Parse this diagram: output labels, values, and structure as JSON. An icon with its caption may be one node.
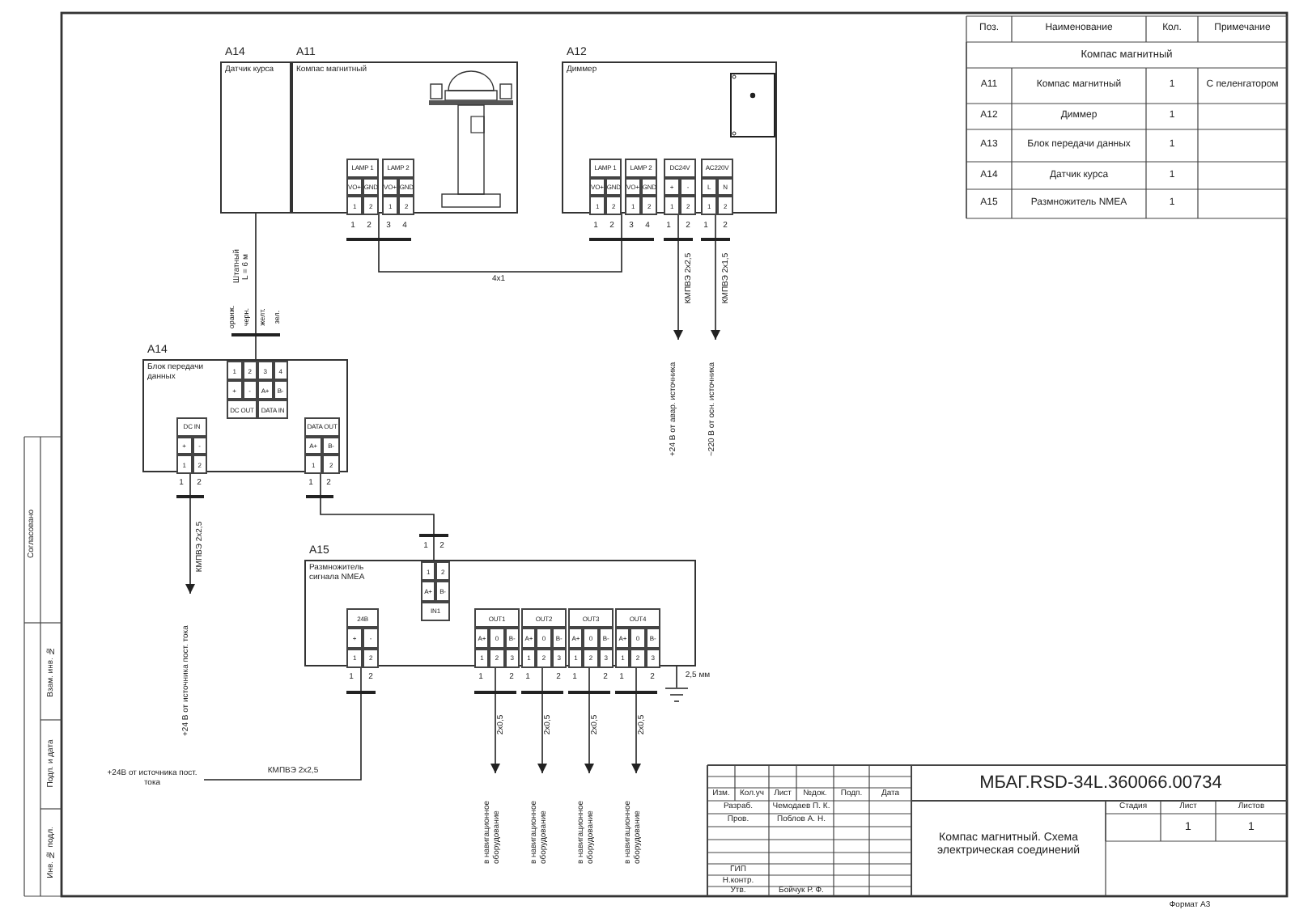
{
  "diagram": {
    "nodes": [
      {
        "text": [
          "Датчик курса"
        ],
        "beside": [
          "A14"
        ]
      },
      {
        "text": [
          "Компас магнитный"
        ],
        "beside": [
          "A11"
        ]
      },
      {
        "text": [
          "LAMP 1",
          "VO+",
          "GND",
          "1",
          "2"
        ],
        "in": 1
      },
      {
        "text": [
          "LAMP 2",
          "VO+",
          "GND",
          "1",
          "2"
        ],
        "in": 1
      },
      {
        "text": [
          "Диммер"
        ],
        "beside": [
          "A12"
        ]
      },
      {
        "text": [
          "LAMP 1",
          "VO+",
          "GND",
          "1",
          "2"
        ],
        "in": 4
      },
      {
        "text": [
          "LAMP 2",
          "VO+",
          "GND",
          "1",
          "2"
        ],
        "in": 4
      },
      {
        "text": [
          "DC24V",
          "+",
          "-",
          "1",
          "2"
        ],
        "in": 4
      },
      {
        "text": [
          "AC220V",
          "L",
          "N",
          "1",
          "2"
        ],
        "in": 4
      },
      {
        "text": [
          "Блок передачи данных"
        ],
        "beside": [
          "A14"
        ]
      },
      {
        "text": [
          "1",
          "2",
          "3",
          "4",
          "+",
          "-",
          "A+",
          "B-",
          "DC OUT",
          "DATA IN"
        ],
        "in": 9
      },
      {
        "text": [
          "DC IN",
          "+",
          "-",
          "1",
          "2"
        ],
        "in": 9
      },
      {
        "text": [
          "DATA OUT",
          "A+",
          "B-",
          "1",
          "2"
        ],
        "in": 9
      },
      {
        "text": [
          "Размножитель сигнала NMEA"
        ],
        "beside": [
          "A15"
        ]
      },
      {
        "text": [
          "1",
          "2",
          "A+",
          "B-",
          "IN1"
        ],
        "in": 13
      },
      {
        "text": [
          "24В",
          "+",
          "-",
          "1",
          "2"
        ],
        "in": 13
      },
      {
        "text": [
          "OUT1",
          "A+",
          "0",
          "B-",
          "1",
          "2",
          "3"
        ],
        "in": 13
      },
      {
        "text": [
          "OUT2",
          "A+",
          "0",
          "B-",
          "1",
          "2",
          "3"
        ],
        "in": 13
      },
      {
        "text": [
          "OUT3",
          "A+",
          "0",
          "B-",
          "1",
          "2",
          "3"
        ],
        "in": 13
      },
      {
        "text": [
          "OUT4",
          "A+",
          "0",
          "B-",
          "1",
          "2",
          "3"
        ],
        "in": 13
      },
      {
        "text": [
          "+24 В от авар. источника"
        ]
      },
      {
        "text": [
          "~220 В от осн. источника"
        ]
      },
      {
        "text": [
          "+24 В от источника пост. тока"
        ]
      },
      {
        "text": [
          "+24В от источника пост. тока"
        ]
      },
      {
        "text": [
          "в навигационное оборудование"
        ]
      },
      {
        "text": [
          "в навигационное оборудование"
        ]
      },
      {
        "text": [
          "в навигационное оборудование"
        ]
      },
      {
        "text": [
          "в навигационное оборудование"
        ]
      },
      {
        "text": [],
        "shape": "ground"
      }
    ],
    "edges": [
      {
        "from": 0,
        "to": 10,
        "arrow": "none",
        "label": "Штатный L = 6 м"
      },
      {
        "from": 1,
        "to": 4,
        "arrow": "none",
        "label": "4х1"
      },
      {
        "from": 7,
        "to": 20,
        "arrow": "to",
        "label": "КМПВЭ 2х2,5"
      },
      {
        "from": 8,
        "to": 21,
        "arrow": "to",
        "label": "КМПВЭ 2х1,5"
      },
      {
        "from": 11,
        "to": 22,
        "arrow": "to",
        "label": "КМПВЭ 2х2,5"
      },
      {
        "from": 12,
        "to": 14,
        "arrow": "none"
      },
      {
        "from": 23,
        "to": 15,
        "arrow": "none",
        "label": "КМПВЭ 2х2,5"
      },
      {
        "from": 16,
        "to": 24,
        "arrow": "to",
        "label": "2х0,5"
      },
      {
        "from": 17,
        "to": 25,
        "arrow": "to",
        "label": "2х0,5"
      },
      {
        "from": 18,
        "to": 26,
        "arrow": "to",
        "label": "2х0,5"
      },
      {
        "from": 19,
        "to": 27,
        "arrow": "to",
        "label": "2х0,5"
      },
      {
        "from": 13,
        "to": 28,
        "arrow": "none",
        "label": "2,5 мм"
      }
    ],
    "labels": [
      "Поз.",
      "Наименование",
      "Кол.",
      "Примечание",
      "Компас магнитный",
      "A11",
      "Компас магнитный",
      "1",
      "С пеленгатором",
      "A12",
      "Диммер",
      "1",
      "A13",
      "Блок передачи данных",
      "1",
      "A14",
      "Датчик курса",
      "1",
      "A15",
      "Размножитель NMEA",
      "1",
      "1",
      "2",
      "3",
      "4",
      "1",
      "2",
      "3",
      "4",
      "1",
      "2",
      "1",
      "2",
      "оранж.",
      "черн.",
      "желт.",
      "зел.",
      "1",
      "2",
      "1",
      "2",
      "1",
      "2",
      "1",
      "2",
      "1",
      "2",
      "1",
      "2",
      "1",
      "2",
      "1",
      "2",
      "Согласовано",
      "Взам. инв. №",
      "Подп. и дата",
      "Инв. № подл.",
      "МБАГ.RSD-34L.360066.00734",
      "Изм.",
      "Кол.уч",
      "Лист",
      "№док.",
      "Подп.",
      "Дата",
      "Разраб.",
      "Чемодаев П. К.",
      "Пров.",
      "Поблов А. Н.",
      "ГИП",
      "Н.контр.",
      "Утв.",
      "Бойчук Р. Ф.",
      "Компас магнитный. Схема электрическая соединений",
      "Стадия",
      "Лист",
      "Листов",
      "1",
      "1",
      "Формат А3"
    ]
  }
}
